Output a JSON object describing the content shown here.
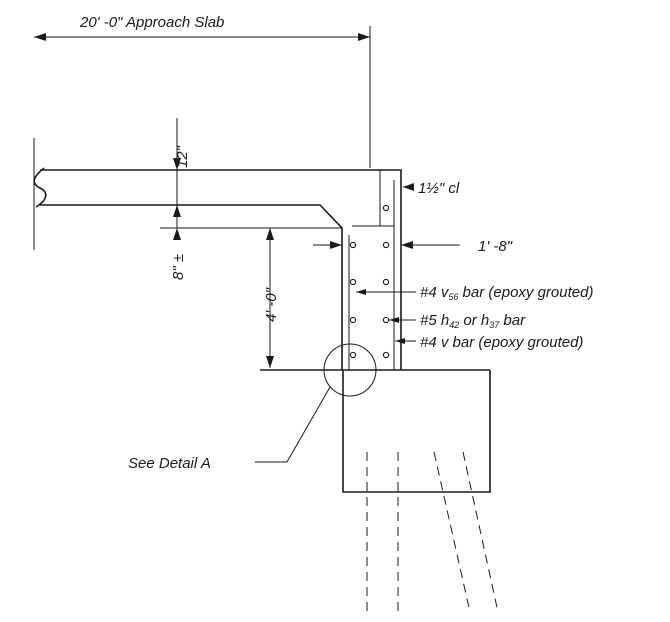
{
  "labels": {
    "approach_slab": "20' -0\" Approach Slab",
    "slab_thickness": "12\"",
    "clear_cover": "1½\" cl",
    "wall_width": "1' -8\"",
    "haunch": "8\" ±",
    "wall_height": "4' -0\"",
    "v56_prefix": "#4 v",
    "v56_sub": "56",
    "v56_suffix": " bar (epoxy grouted)",
    "h_prefix": "#5 h",
    "h_sub1": "42",
    "h_mid": " or h",
    "h_sub2": "37",
    "h_suffix": " bar",
    "v_bar": "#4 v bar (epoxy grouted)",
    "see_detail": "See Detail A"
  }
}
